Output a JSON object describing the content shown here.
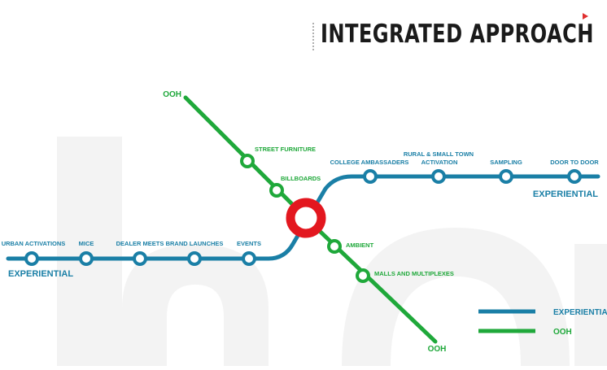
{
  "title": "INTEGRATED APPROACH",
  "colors": {
    "experiential": "#1a7fa6",
    "ooh": "#1fa83a",
    "hub": "#e3171f",
    "title": "#1a1a1a",
    "accent_arrow": "#e03030"
  },
  "lines": {
    "experiential": {
      "left_terminal": "EXPERIENTIAL",
      "right_terminal": "EXPERIENTIAL",
      "stations_left": [
        "URBAN ACTIVATIONS",
        "MICE",
        "DEALER MEETS",
        "BRAND LAUNCHES",
        "EVENTS"
      ],
      "stations_right": [
        "COLLEGE AMBASSADERS",
        "RURAL & SMALL TOWN ACTIVATION",
        "SAMPLING",
        "DOOR TO DOOR"
      ]
    },
    "ooh": {
      "top_terminal": "OOH",
      "bottom_terminal": "OOH",
      "stations_top": [
        "STREET FURNITURE",
        "BILLBOARDS"
      ],
      "stations_bottom": [
        "AMBIENT",
        "MALLS AND MULTIPLEXES"
      ]
    }
  },
  "legend": [
    {
      "label": "EXPERIENTIAL",
      "color": "#1a7fa6"
    },
    {
      "label": "OOH",
      "color": "#1fa83a"
    }
  ]
}
